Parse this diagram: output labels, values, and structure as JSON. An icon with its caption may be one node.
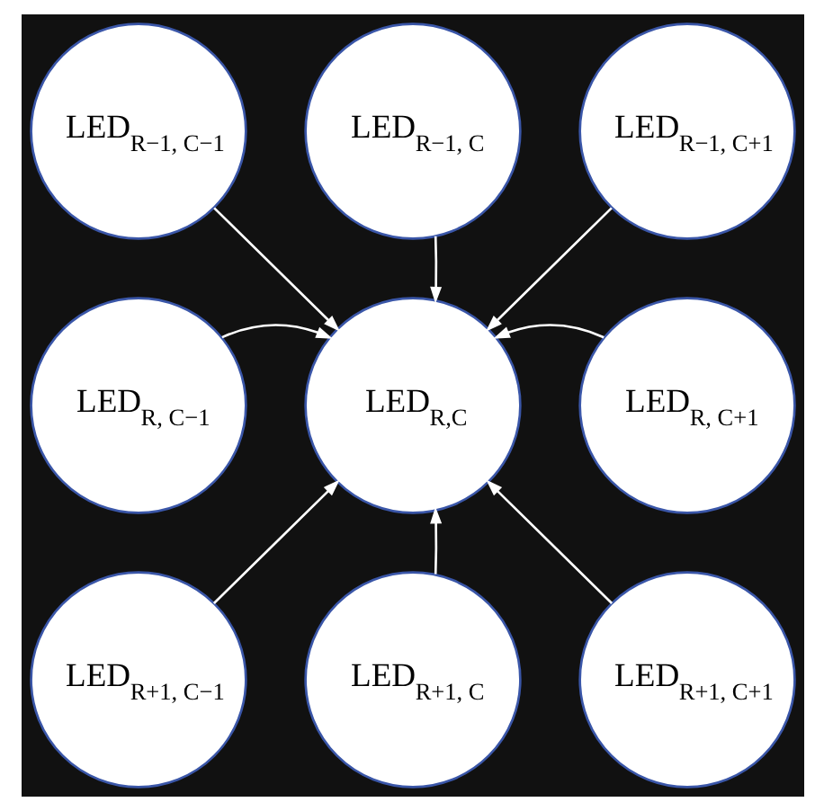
{
  "diagram": {
    "nodes": [
      {
        "text": [
          "LED$_{R−1, C−1}$"
        ]
      },
      {
        "text": [
          "LED$_{R−1, C}$"
        ]
      },
      {
        "text": [
          "LED$_{R−1, C+1}$"
        ]
      },
      {
        "text": [
          "LED$_{R, C−1}$"
        ]
      },
      {
        "text": [
          "LED$_{R,C}$"
        ]
      },
      {
        "text": [
          "LED$_{R, C+1}$"
        ]
      },
      {
        "text": [
          "LED$_{R+1, C−1}$"
        ]
      },
      {
        "text": [
          "LED$_{R+1, C}$"
        ]
      },
      {
        "text": [
          "LED$_{R+1, C+1}$"
        ]
      }
    ],
    "edges": [
      {
        "from": 0,
        "to": 4,
        "arrow": "to"
      },
      {
        "from": 1,
        "to": 4,
        "arrow": "to"
      },
      {
        "from": 2,
        "to": 4,
        "arrow": "to"
      },
      {
        "from": 3,
        "to": 4,
        "arrow": "to"
      },
      {
        "from": 5,
        "to": 4,
        "arrow": "to"
      },
      {
        "from": 6,
        "to": 4,
        "arrow": "to"
      },
      {
        "from": 7,
        "to": 4,
        "arrow": "to"
      },
      {
        "from": 8,
        "to": 4,
        "arrow": "to"
      }
    ]
  }
}
